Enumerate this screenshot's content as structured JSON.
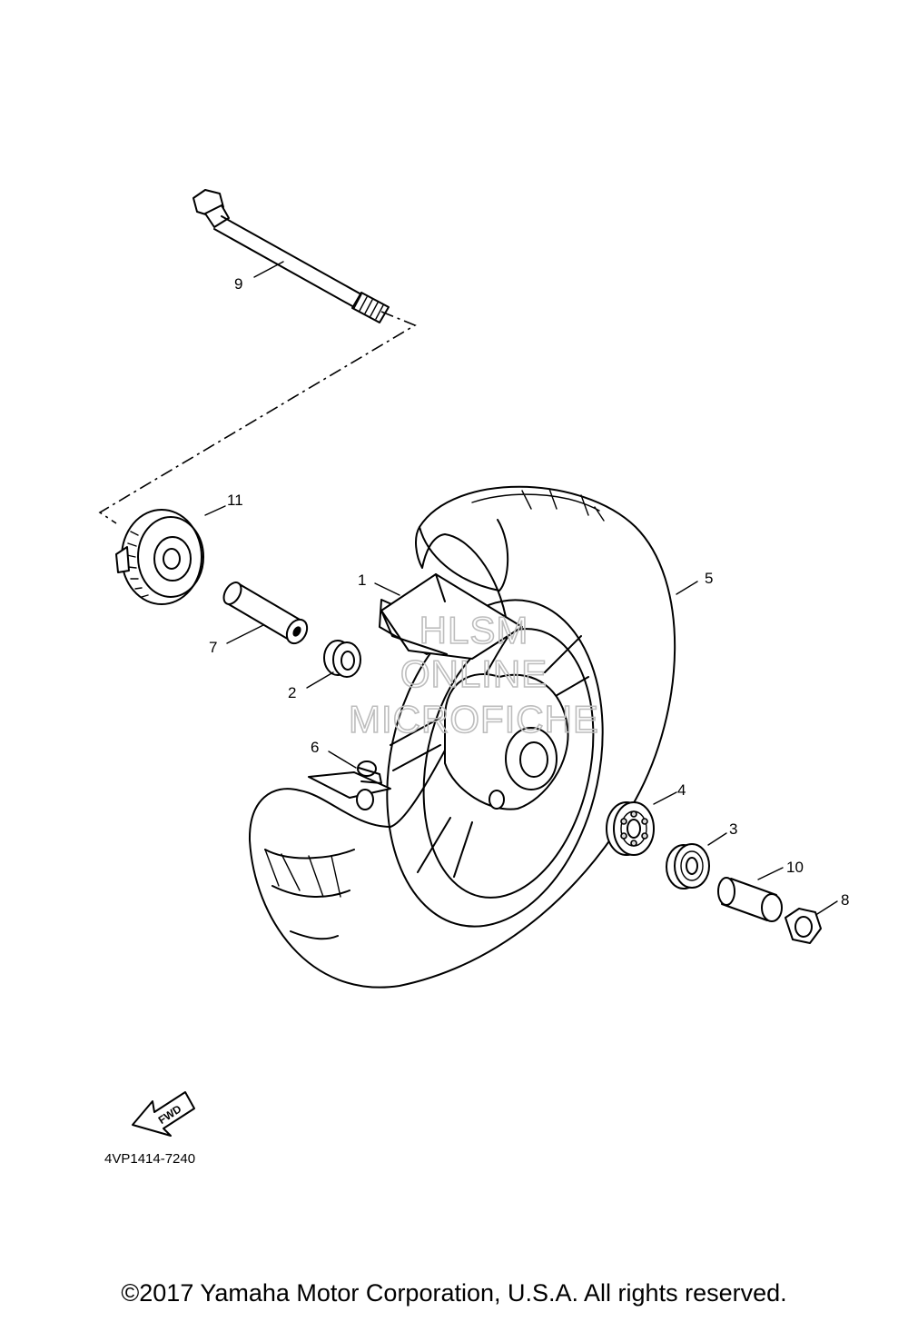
{
  "callouts": [
    "1",
    "2",
    "3",
    "4",
    "5",
    "6",
    "7",
    "8",
    "9",
    "10",
    "11"
  ],
  "direction_arrow": {
    "label": "FWD",
    "icon": "fwd-arrow-icon"
  },
  "diagram_code": "4VP1414-7240",
  "watermark": [
    "HLSM",
    "ONLINE",
    "MICROFICHE"
  ],
  "copyright": "©2017 Yamaha Motor Corporation, U.S.A. All rights reserved."
}
